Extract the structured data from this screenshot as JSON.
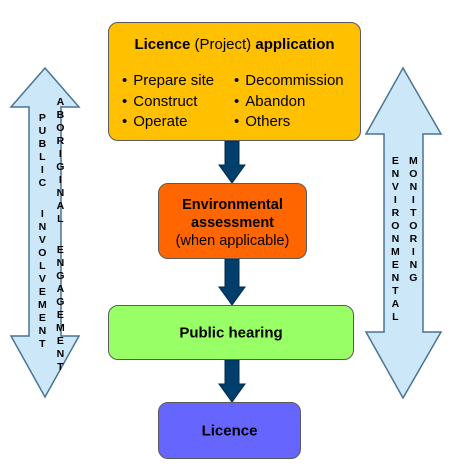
{
  "application_box": {
    "title_prefix": "Licence",
    "title_middle": "(Project)",
    "title_suffix": "application",
    "items_left": [
      "Prepare site",
      "Construct",
      "Operate"
    ],
    "items_right": [
      "Decommission",
      "Abandon",
      "Others"
    ],
    "color": "#ffc000"
  },
  "environmental_box": {
    "line1": "Environmental",
    "line2": "assessment",
    "line3": "(when applicable)",
    "color": "#ff6600"
  },
  "hearing_box": {
    "label": "Public hearing",
    "color": "#99ff66"
  },
  "licence_box": {
    "label": "Licence",
    "color": "#6666ff"
  },
  "left_arrow": {
    "text_a": "PUBLIC INVOLVEMENT",
    "text_b": "ABORIGINAL ENGAGEMENT",
    "color": "#cce8f8"
  },
  "right_arrow": {
    "text_a": "ENVIRONMENTAL",
    "text_b": "MONITORING",
    "color": "#cce8f8"
  },
  "flow_arrow_color": "#003e6b"
}
